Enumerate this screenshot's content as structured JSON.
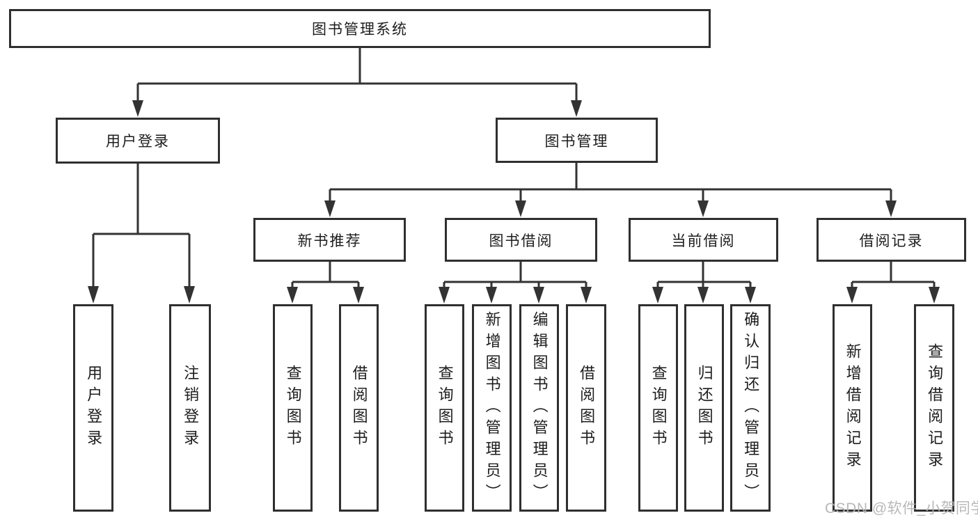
{
  "diagram": {
    "title": "图书管理系统",
    "level2": [
      {
        "label": "用户登录"
      },
      {
        "label": "图书管理"
      }
    ],
    "level3": [
      {
        "label": "新书推荐"
      },
      {
        "label": "图书借阅"
      },
      {
        "label": "当前借阅"
      },
      {
        "label": "借阅记录"
      }
    ],
    "level4": [
      {
        "label": "用户登录"
      },
      {
        "label": "注销登录"
      },
      {
        "label": "查询图书"
      },
      {
        "label": "借阅图书"
      },
      {
        "label": "查询图书"
      },
      {
        "label": "新增图书（管理员）"
      },
      {
        "label": "编辑图书（管理员）"
      },
      {
        "label": "借阅图书"
      },
      {
        "label": "查询图书"
      },
      {
        "label": "归还图书"
      },
      {
        "label": "确认归还（管理员）"
      },
      {
        "label": "新增借阅记录"
      },
      {
        "label": "查询借阅记录"
      }
    ],
    "colors": {
      "line": "#333333",
      "box_border": "#2f2f2f",
      "text": "#1d1d1d",
      "watermark": "#b4b4b4",
      "background": "#ffffff"
    },
    "watermark": "CSDN @软件_小贺同学"
  }
}
